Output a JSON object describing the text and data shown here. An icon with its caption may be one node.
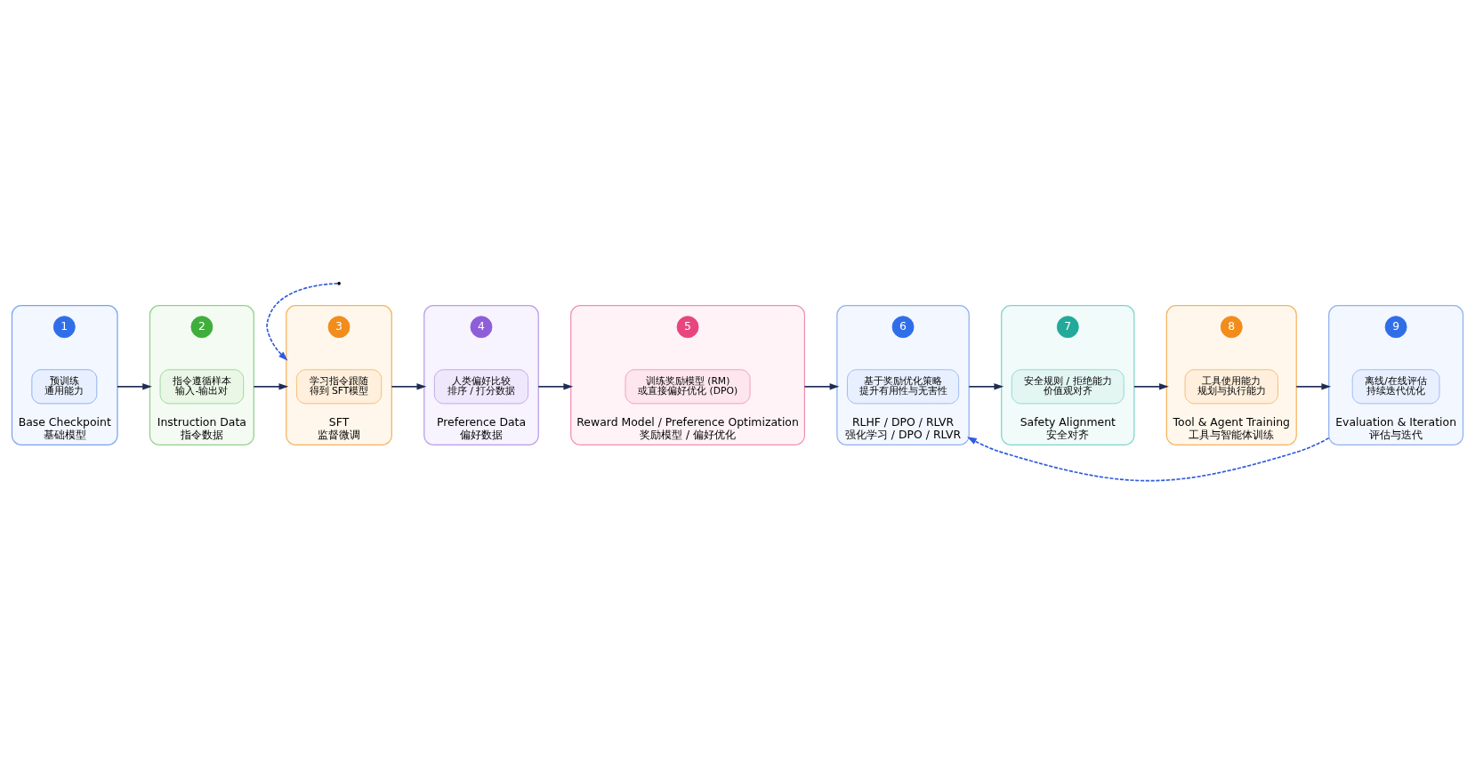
{
  "diagram": {
    "nodes": [
      {
        "text": [
          "Base Checkpoint",
          "基础模型"
        ]
      },
      {
        "text": [
          "1"
        ],
        "in": 0
      },
      {
        "text": [
          "预训练",
          "通用能力"
        ],
        "in": 0
      },
      {
        "text": [
          "Instruction Data",
          "指令数据"
        ]
      },
      {
        "text": [
          "2"
        ],
        "in": 3
      },
      {
        "text": [
          "指令遵循样本",
          "输入-输出对"
        ],
        "in": 3
      },
      {
        "text": [
          "SFT",
          "监督微调"
        ]
      },
      {
        "text": [
          "3"
        ],
        "in": 6
      },
      {
        "text": [
          "学习指令跟随",
          "得到 SFT模型"
        ],
        "in": 6
      },
      {
        "text": [
          "Preference Data",
          "偏好数据"
        ]
      },
      {
        "text": [
          "4"
        ],
        "in": 9
      },
      {
        "text": [
          "人类偏好比较",
          "排序 / 打分数据"
        ],
        "in": 9
      },
      {
        "text": [
          "Reward Model / Preference Optimization",
          "奖励模型 / 偏好优化"
        ]
      },
      {
        "text": [
          "5"
        ],
        "in": 12
      },
      {
        "text": [
          "训练奖励模型 (RM)",
          "或直接偏好优化 (DPO)"
        ],
        "in": 12
      },
      {
        "text": [
          "RLHF / DPO / RLVR",
          "强化学习 / DPO / RLVR"
        ]
      },
      {
        "text": [
          "6"
        ],
        "in": 15
      },
      {
        "text": [
          "基于奖励优化策略",
          "提升有用性与无害性"
        ],
        "in": 15
      },
      {
        "text": [
          "Safety Alignment",
          "安全对齐"
        ]
      },
      {
        "text": [
          "7"
        ],
        "in": 18
      },
      {
        "text": [
          "安全规则 / 拒绝能力",
          "价值观对齐"
        ],
        "in": 18
      },
      {
        "text": [
          "Tool & Agent Training",
          "工具与智能体训练"
        ]
      },
      {
        "text": [
          "8"
        ],
        "in": 21
      },
      {
        "text": [
          "工具使用能力",
          "规划与执行能力"
        ],
        "in": 21
      },
      {
        "text": [
          "Evaluation & Iteration",
          "评估与迭代"
        ]
      },
      {
        "text": [
          "9"
        ],
        "in": 24
      },
      {
        "text": [
          "离线/在线评估",
          "持续迭代优化"
        ],
        "in": 24
      }
    ],
    "edges": [
      {
        "from": 0,
        "to": 3,
        "arrow": "to"
      },
      {
        "from": 3,
        "to": 6,
        "arrow": "to"
      },
      {
        "from": 6,
        "to": 9,
        "arrow": "to"
      },
      {
        "from": 9,
        "to": 12,
        "arrow": "to"
      },
      {
        "from": 12,
        "to": 15,
        "arrow": "to"
      },
      {
        "from": null,
        "to": 6,
        "arrow": "to",
        "style": "dashed",
        "color": "#2f5be0"
      },
      {
        "from": 15,
        "to": 18,
        "arrow": "to"
      },
      {
        "from": 18,
        "to": 21,
        "arrow": "to"
      },
      {
        "from": 21,
        "to": 24,
        "arrow": "to"
      },
      {
        "from": 24,
        "to": 15,
        "arrow": "to",
        "style": "dashed",
        "color": "#2f5be0"
      }
    ]
  }
}
